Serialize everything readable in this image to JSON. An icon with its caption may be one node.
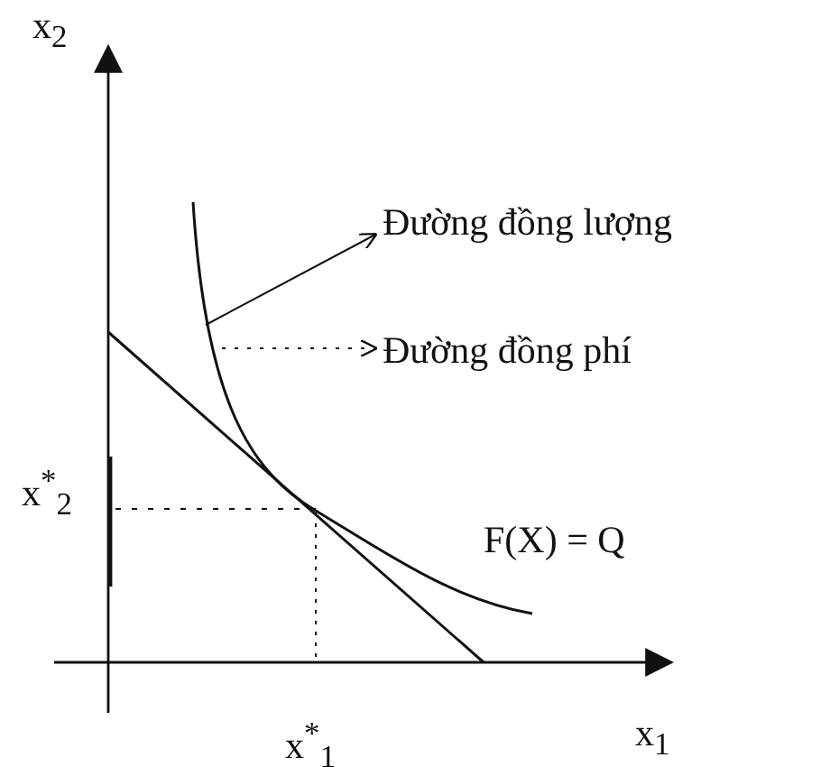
{
  "diagram": {
    "nodes": [
      {
        "text": [
          "Đường đồng lượng"
        ]
      },
      {
        "text": [
          "Đường đồng phí"
        ]
      },
      {
        "text": [],
        "shape": "curve"
      },
      {
        "text": [],
        "shape": "line"
      }
    ],
    "edges": [
      {
        "from": 2,
        "to": 0,
        "arrow": "to"
      },
      {
        "from": 3,
        "to": 1,
        "arrow": "to",
        "style": "dashed"
      }
    ],
    "labels": [
      "x$_{2}$",
      "x$^{*}$$_{2}$",
      "F(X) = Q",
      "x$^{*}$$_{1}$",
      "x$_{1}$"
    ]
  }
}
